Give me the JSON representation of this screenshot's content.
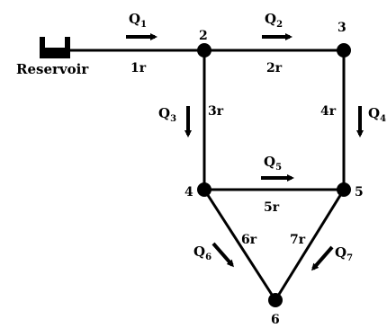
{
  "reservoir": {
    "label": "Reservoir"
  },
  "nodes": [
    {
      "id": "2",
      "label": "2"
    },
    {
      "id": "3",
      "label": "3"
    },
    {
      "id": "4",
      "label": "4"
    },
    {
      "id": "5",
      "label": "5"
    },
    {
      "id": "6",
      "label": "6"
    }
  ],
  "pipes": [
    {
      "id": "1",
      "from": "reservoir",
      "to": "2",
      "label": "1r"
    },
    {
      "id": "2",
      "from": "2",
      "to": "3",
      "label": "2r"
    },
    {
      "id": "3",
      "from": "2",
      "to": "4",
      "label": "3r"
    },
    {
      "id": "4",
      "from": "3",
      "to": "5",
      "label": "4r"
    },
    {
      "id": "5",
      "from": "4",
      "to": "5",
      "label": "5r"
    },
    {
      "id": "6",
      "from": "4",
      "to": "6",
      "label": "6r"
    },
    {
      "id": "7",
      "from": "5",
      "to": "6",
      "label": "7r"
    }
  ],
  "flows": [
    {
      "symbol": "Q",
      "sub": "1"
    },
    {
      "symbol": "Q",
      "sub": "2"
    },
    {
      "symbol": "Q",
      "sub": "3"
    },
    {
      "symbol": "Q",
      "sub": "4"
    },
    {
      "symbol": "Q",
      "sub": "5"
    },
    {
      "symbol": "Q",
      "sub": "6"
    },
    {
      "symbol": "Q",
      "sub": "7"
    }
  ]
}
